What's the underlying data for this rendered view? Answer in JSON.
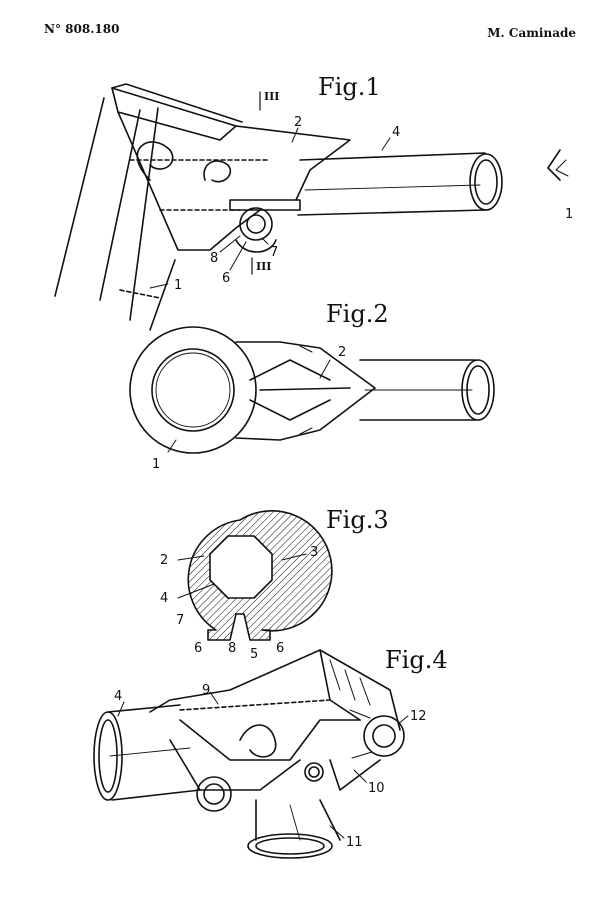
{
  "header": {
    "patent_number": "N° 808.180",
    "inventor": "M. Caminade"
  },
  "figures": {
    "fig1": {
      "label": "Fig.1",
      "refs": [
        "2",
        "4",
        "1",
        "8",
        "6",
        "7",
        "III",
        "III"
      ]
    },
    "fig2": {
      "label": "Fig.2",
      "refs": [
        "2",
        "1"
      ]
    },
    "fig3": {
      "label": "Fig.3",
      "refs": [
        "2",
        "3",
        "4",
        "7",
        "6",
        "8",
        "5",
        "6"
      ]
    },
    "fig4": {
      "label": "Fig.4",
      "refs": [
        "9",
        "4",
        "12",
        "10",
        "11"
      ]
    },
    "edge_fragment": {
      "ref": "1"
    }
  }
}
